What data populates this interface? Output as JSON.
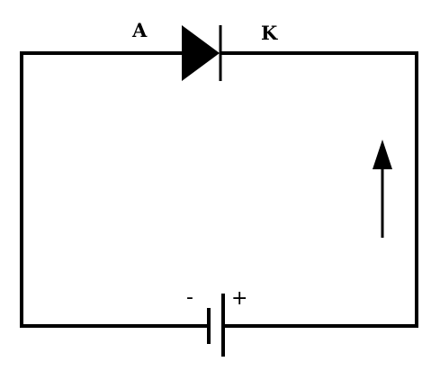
{
  "diagram": {
    "anode_label": "A",
    "cathode_label": "K",
    "battery_negative_label": "-",
    "battery_positive_label": "+",
    "components": {
      "diode": "diode-symbol",
      "battery": "battery-symbol",
      "current_arrow": "arrow-up-icon"
    },
    "colors": {
      "line": "#000000",
      "background": "#ffffff"
    }
  }
}
